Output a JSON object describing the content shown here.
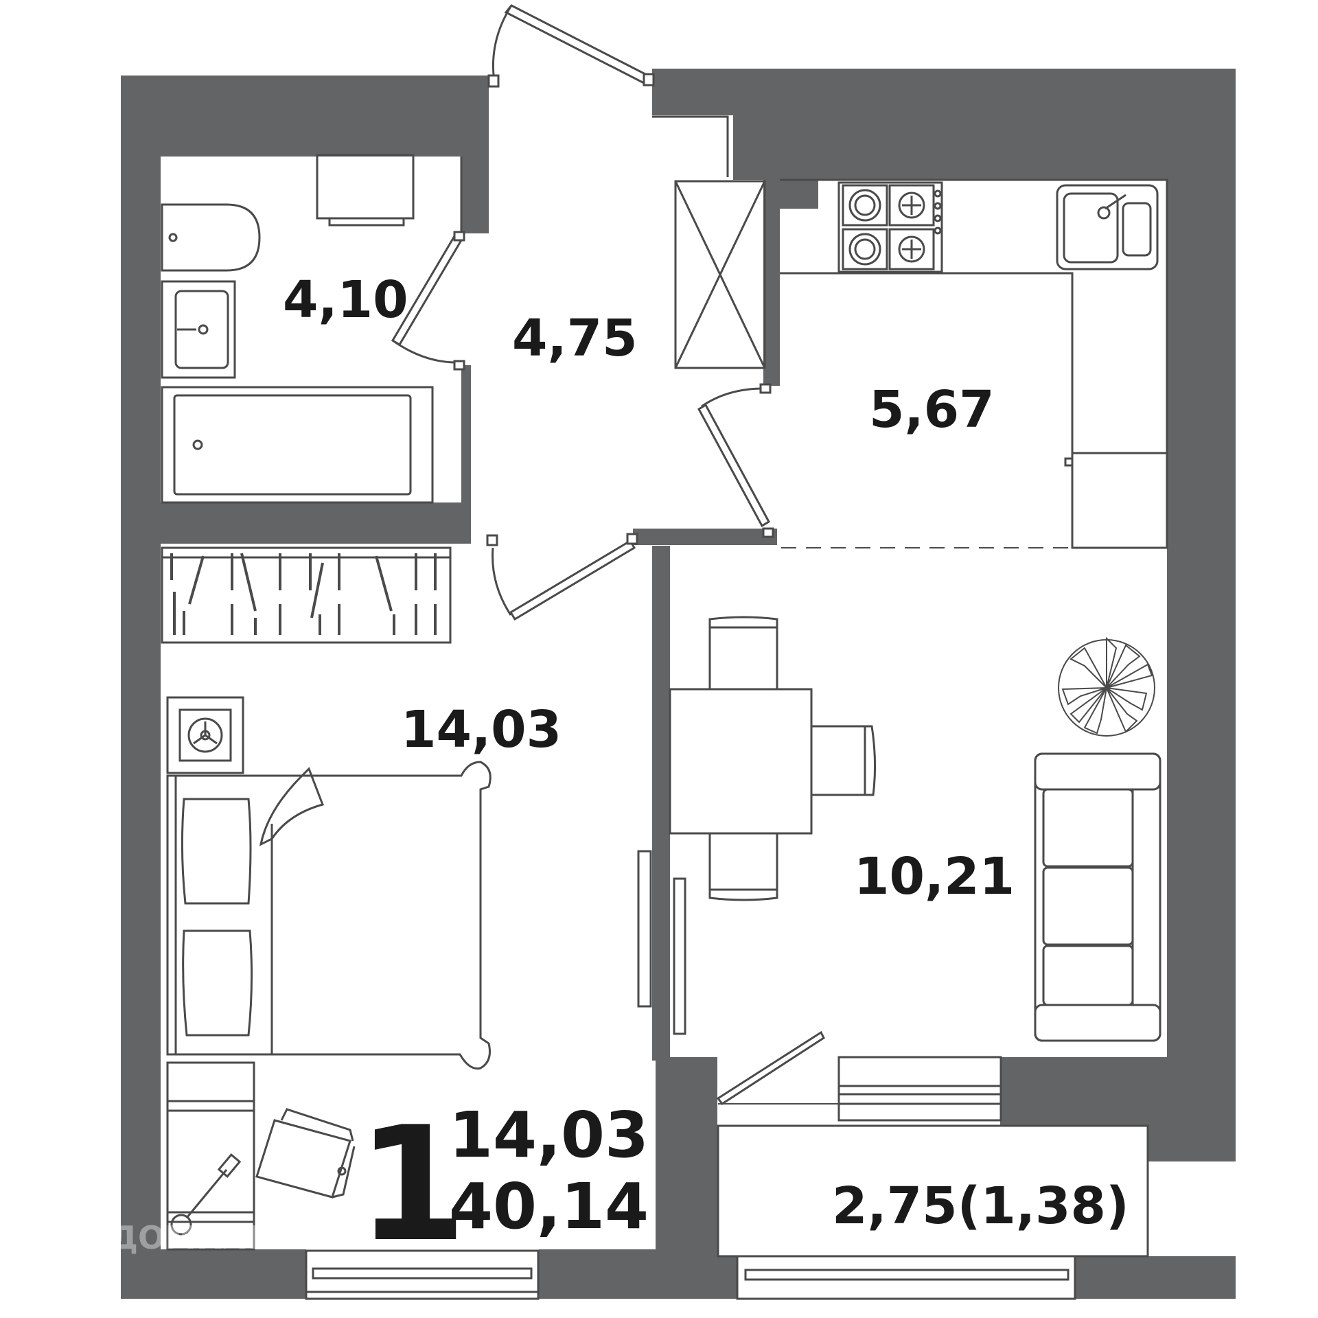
{
  "rooms": {
    "bathroom": {
      "area": "4,10"
    },
    "hallway": {
      "area": "4,75"
    },
    "kitchen": {
      "area": "5,67"
    },
    "bedroom": {
      "area": "14,03"
    },
    "living_room": {
      "area": "10,21"
    },
    "balcony": {
      "area": "2,75(1,38)"
    }
  },
  "summary": {
    "rooms_count": "1",
    "living_area": "14,03",
    "total_area": "40,14"
  },
  "watermark": {
    "text": "ДОМКЛИК",
    "icon": "house-icon"
  },
  "colors": {
    "wall": "#636466",
    "line": "#4a4a4a",
    "text": "#1a1a1a",
    "background": "#ffffff"
  }
}
